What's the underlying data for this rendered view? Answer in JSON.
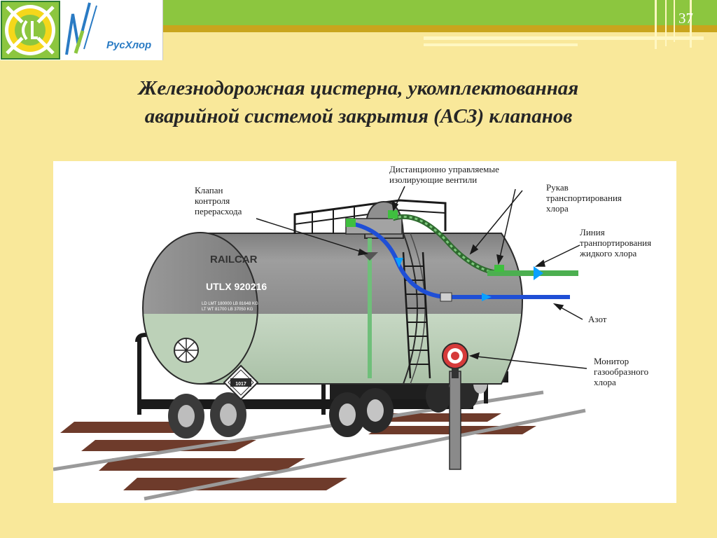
{
  "header": {
    "page_number": "37",
    "brand_name": "РусХлор",
    "colors": {
      "accent_green": "#8cc63f",
      "accent_gold": "#c9a51d",
      "background": "#f9e89a"
    }
  },
  "title": {
    "line1": "Железнодорожная цистерна, укомплектованная",
    "line2": "аварийной системой закрытия (АСЗ) клапанов"
  },
  "figure": {
    "tank_markings": {
      "name": "RAILCAR",
      "number": "UTLX 920216",
      "weights_line1": "LD LMT 180000 LB  81648 KG",
      "weights_line2": "LT WT 81700 LB  37050 KG",
      "placard": "1017"
    },
    "callouts": {
      "flow_valve": "Клапан\nконтроля\nперерасхода",
      "isolation_valves": "Дистанционно управляемые\nизолирующие вентили",
      "transfer_hose": "Рукав\nтранспортирования\nхлора",
      "liquid_line": "Линия\nтранпортирования\nжидкого хлора",
      "nitrogen": "Азот",
      "gas_monitor": "Монитор\nгазообразного\nхлора"
    }
  }
}
